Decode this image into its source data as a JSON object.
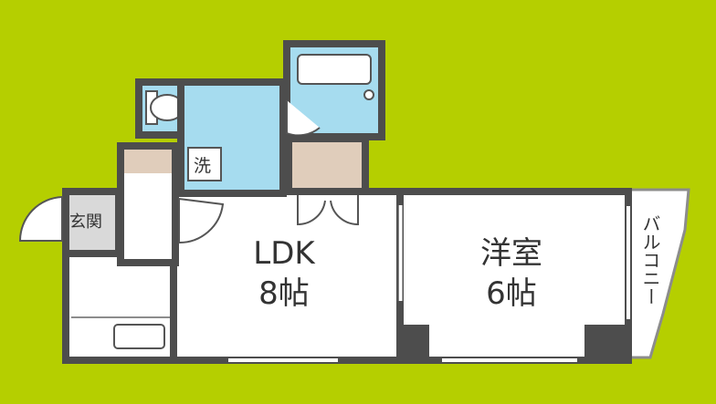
{
  "rooms": {
    "entrance": "玄関",
    "washroom": "洗",
    "ldk_name": "LDK",
    "ldk_size": "8帖",
    "western_name": "洋室",
    "western_size": "6帖",
    "balcony": "バルコニー"
  },
  "colors": {
    "background": "#b5cf00",
    "wall": "#4d4d4d",
    "floor": "#ffffff",
    "wet_area": "#a6dcef",
    "storage": "#e0cdbb",
    "entrance_floor": "#d9d9d9"
  }
}
